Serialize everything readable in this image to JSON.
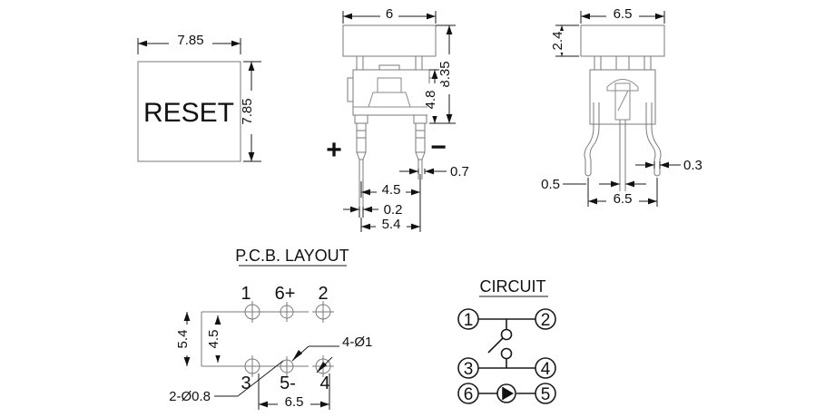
{
  "drawing": {
    "title_pcb": "P.C.B. LAYOUT",
    "title_circuit": "CIRCUIT",
    "top_view": {
      "label": "RESET",
      "dim_width": "7.85",
      "dim_height": "7.85"
    },
    "front_view": {
      "dim_cap_width": "6",
      "dim_total_height": "8.35",
      "dim_body_height": "4.8",
      "dim_lead_thickness": "0.7",
      "dim_lead_pitch": "4.5",
      "dim_lead_width": "0.2",
      "dim_body_width": "5.4",
      "marker_plus": "+",
      "marker_minus": "−"
    },
    "side_view": {
      "dim_cap_width": "6.5",
      "dim_cap_height": "2.4",
      "dim_pin_thickness": "0.3",
      "dim_offset": "0.5",
      "dim_span": "6.5"
    },
    "pcb_layout": {
      "pads": [
        {
          "id": "p1",
          "label": "1"
        },
        {
          "id": "p6",
          "label": "6+"
        },
        {
          "id": "p2",
          "label": "2"
        },
        {
          "id": "p3",
          "label": "3"
        },
        {
          "id": "p5",
          "label": "5-"
        },
        {
          "id": "p4",
          "label": "4"
        }
      ],
      "dim_vert_outer": "5.4",
      "dim_vert_inner": "4.5",
      "dim_horiz": "6.5",
      "note_large_holes": "4-Ø1",
      "note_small_holes": "2-Ø0.8"
    },
    "circuit": {
      "pins": [
        {
          "id": "c1",
          "label": "1"
        },
        {
          "id": "c2",
          "label": "2"
        },
        {
          "id": "c3",
          "label": "3"
        },
        {
          "id": "c4",
          "label": "4"
        },
        {
          "id": "c6",
          "label": "6"
        },
        {
          "id": "c5",
          "label": "5"
        }
      ],
      "led_symbol": "led-diode-icon",
      "switch_symbol": "spst-switch-icon"
    },
    "colors": {
      "outline": "#7a7a7a",
      "dimension": "#1a1a1a",
      "background": "#ffffff"
    }
  }
}
